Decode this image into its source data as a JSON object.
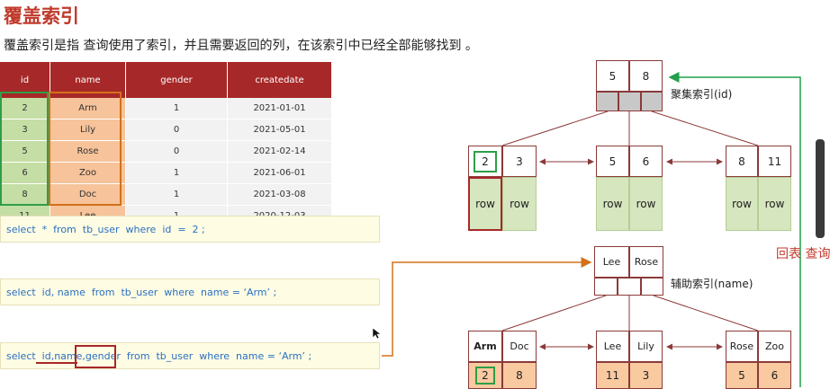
{
  "title": "覆盖索引",
  "subtitle": "覆盖索引是指 查询使用了索引，并且需要返回的列，在该索引中已经全部能够找到 。",
  "table": {
    "headers": [
      "id",
      "name",
      "gender",
      "createdate"
    ],
    "rows": [
      [
        "2",
        "Arm",
        "1",
        "2021-01-01"
      ],
      [
        "3",
        "Lily",
        "0",
        "2021-05-01"
      ],
      [
        "5",
        "Rose",
        "0",
        "2021-02-14"
      ],
      [
        "6",
        "Zoo",
        "1",
        "2021-06-01"
      ],
      [
        "8",
        "Doc",
        "1",
        "2021-03-08"
      ],
      [
        "11",
        "Lee",
        "1",
        "2020-12-03"
      ]
    ]
  },
  "sql": {
    "q1": "select  *  from  tb_user  where  id  =  2 ;",
    "q2": "select  id, name  from  tb_user  where  name = ‘Arm’ ;",
    "q3": "select  id,name,gender  from  tb_user  where  name = ‘Arm’ ;"
  },
  "clustered": {
    "label": "聚集索引(id)",
    "root": [
      "5",
      "8"
    ],
    "leaves": [
      {
        "keys": [
          "2",
          "3"
        ],
        "rows": [
          "row",
          "row"
        ]
      },
      {
        "keys": [
          "5",
          "6"
        ],
        "rows": [
          "row",
          "row"
        ]
      },
      {
        "keys": [
          "8",
          "11"
        ],
        "rows": [
          "row",
          "row"
        ]
      }
    ]
  },
  "secondary": {
    "label": "辅助索引(name)",
    "root": [
      "Lee",
      "Rose"
    ],
    "leaves": [
      {
        "keys": [
          "Arm",
          "Doc"
        ],
        "ids": [
          "2",
          "8"
        ]
      },
      {
        "keys": [
          "Lee",
          "Lily"
        ],
        "ids": [
          "11",
          "3"
        ]
      },
      {
        "keys": [
          "Rose",
          "Zoo"
        ],
        "ids": [
          "5",
          "6"
        ]
      }
    ]
  },
  "back_query_label": "回表 查询",
  "colors": {
    "accent": "#a72828",
    "green": "#22a04a",
    "orange": "#d4701c"
  }
}
